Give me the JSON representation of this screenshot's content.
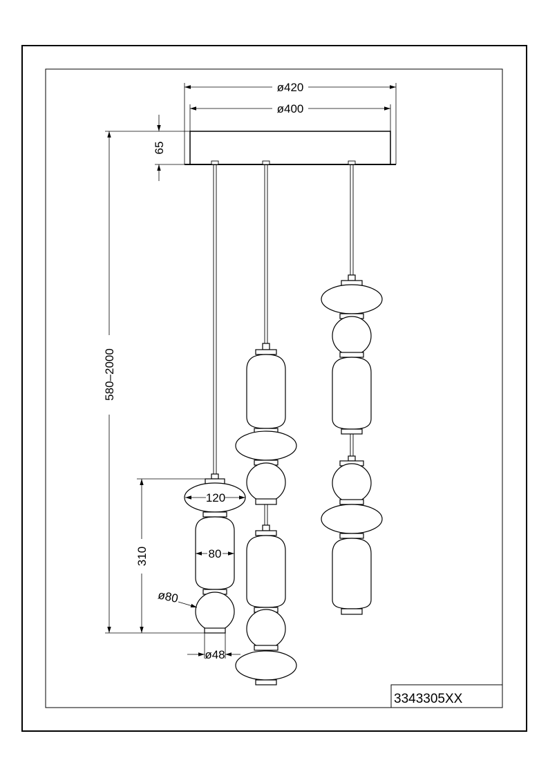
{
  "drawing": {
    "part_number": "3343305XX",
    "dimensions": {
      "canopy_outer": "ø420",
      "canopy_inner": "ø400",
      "canopy_height": "65",
      "total_height": "580–2000",
      "pendant_height": "310",
      "shade_width_large": "120",
      "shade_width_medium": "80",
      "shade_diameter": "ø80",
      "cap_diameter": "ø48"
    }
  }
}
